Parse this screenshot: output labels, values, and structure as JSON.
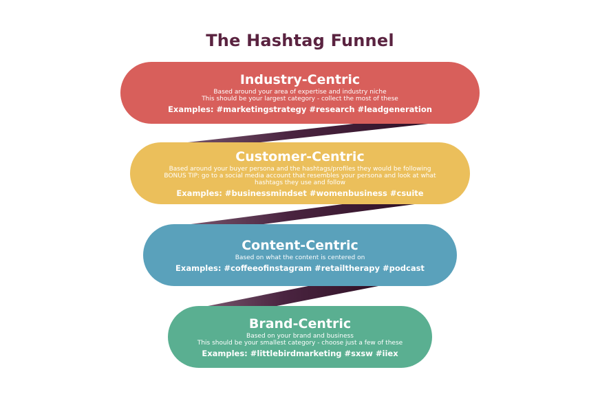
{
  "title": "The Hashtag Funnel",
  "colors": {
    "title": "#5a2340",
    "connector": "#3a1a2e",
    "industry": "#d85f5b",
    "customer": "#ebbf5b",
    "content": "#5aa1bb",
    "brand": "#5aaf91"
  },
  "stages": [
    {
      "name": "Industry-Centric",
      "description": [
        "Based around your area of expertise and industry niche",
        "This should be your largest category - collect the most of these"
      ],
      "examples": "Examples: #marketingstrategy #research #leadgeneration"
    },
    {
      "name": "Customer-Centric",
      "description": [
        "Based around your buyer persona and the hashtags/profiles they would be following",
        "BONUS TIP: go to a social media account that resembles your persona and look at what",
        "hashtags they use and follow"
      ],
      "examples": "Examples: #businessmindset #womenbusiness #csuite"
    },
    {
      "name": "Content-Centric",
      "description": [
        "Based on what the content is centered on"
      ],
      "examples": "Examples: #coffeeofinstagram #retailtherapy #podcast"
    },
    {
      "name": "Brand-Centric",
      "description": [
        "Based on your brand and business",
        "This should be your smallest category - choose just a few of these"
      ],
      "examples": "Examples: #littlebirdmarketing #sxsw #iiex"
    }
  ]
}
